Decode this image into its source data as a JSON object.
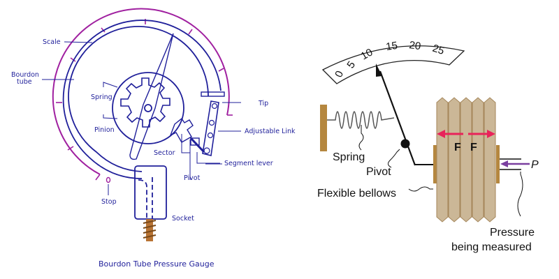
{
  "left_diagram": {
    "caption": "Bourdon Tube Pressure Gauge",
    "labels": {
      "scale": "Scale",
      "bourdon_tube_1": "Bourdon",
      "bourdon_tube_2": "tube",
      "spring": "Spring",
      "pinion": "Pinion",
      "sector": "Sector",
      "pivot": "Pivot",
      "stop": "Stop",
      "socket": "Socket",
      "tip": "Tip",
      "adjustable_link": "Adjustable Link",
      "segment_lever": "Segment lever"
    },
    "colors": {
      "lines": "#1f1f9a",
      "scale": "#a020a0",
      "screw": "#b87333"
    }
  },
  "right_diagram": {
    "scale_numbers": [
      "0",
      "5",
      "10",
      "15",
      "20",
      "25"
    ],
    "labels": {
      "spring": "Spring",
      "pivot": "Pivot",
      "flexible_bellows": "Flexible bellows",
      "force_left": "F",
      "force_right": "F",
      "pressure_symbol": "P",
      "pressure_1": "Pressure",
      "pressure_2": "being measured"
    },
    "colors": {
      "bellows": "#cbb797",
      "plate": "#b5873f",
      "force_arrow": "#e8235a",
      "pressure_arrow": "#7a3fa0"
    }
  }
}
